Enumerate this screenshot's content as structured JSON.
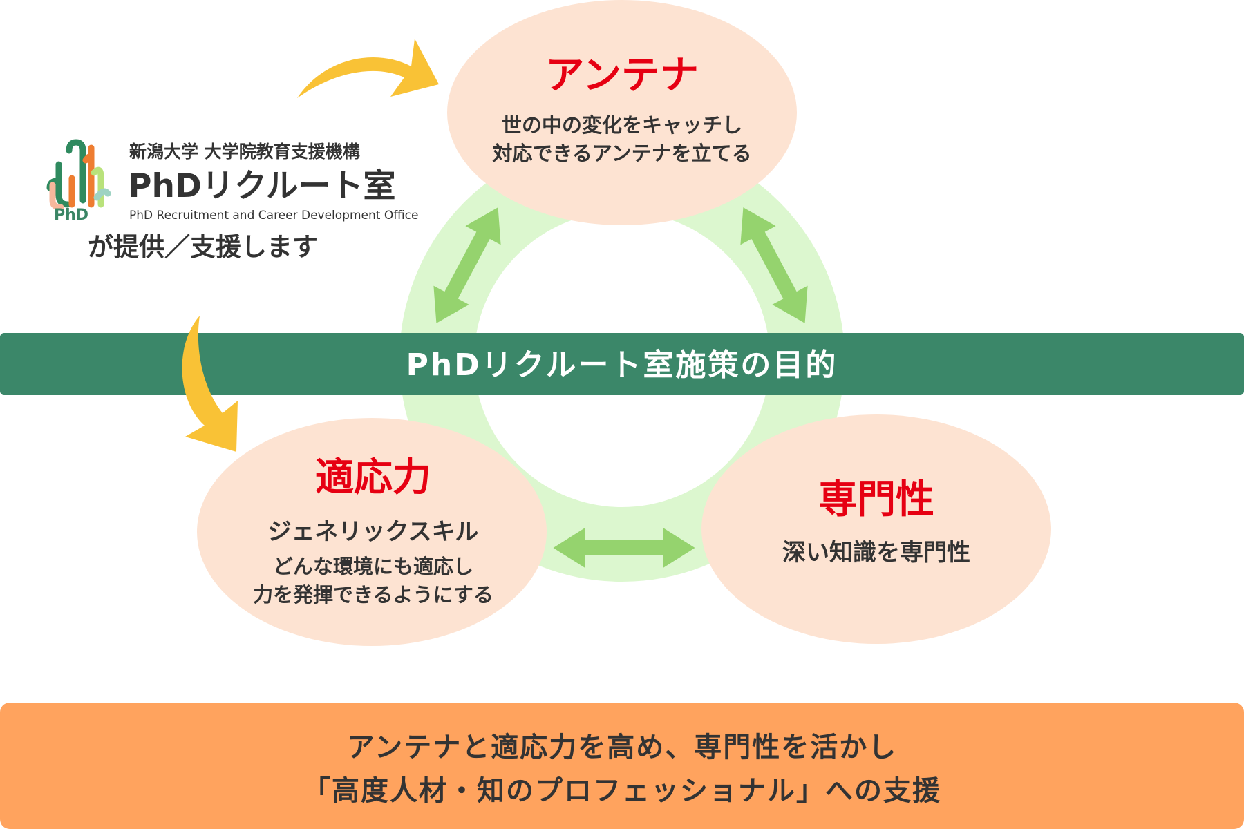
{
  "colors": {
    "ring": "#dcf7cf",
    "node_fill": "#fde3d2",
    "node_title": "#e60012",
    "banner": "#3b8769",
    "bottom_box": "#ffa35e",
    "flow_arrow": "#f9c236",
    "cycle_arrow": "#95d36e"
  },
  "logo": {
    "org_line": "新潟大学 大学院教育支援機構",
    "name": "PhDリクルート室",
    "english": "PhD Recruitment and Career Development Office",
    "mark_text": "PhD",
    "provide_text": "が提供／支援します"
  },
  "nodes": {
    "antenna": {
      "title": "アンテナ",
      "lines": [
        "世の中の変化をキャッチし",
        "対応できるアンテナを立てる"
      ]
    },
    "adaptability": {
      "title": "適応力",
      "subhead": "ジェネリックスキル",
      "lines": [
        "どんな環境にも適応し",
        "力を発揮できるようにする"
      ]
    },
    "expertise": {
      "title": "専門性",
      "lines": [
        "深い知識を専門性"
      ]
    }
  },
  "banner": {
    "label": "PhDリクルート室施策の目的"
  },
  "bottom": {
    "lines": [
      "アンテナと適応力を高め、専門性を活かし",
      "「高度人材・知のプロフェッショナル」への支援"
    ]
  }
}
